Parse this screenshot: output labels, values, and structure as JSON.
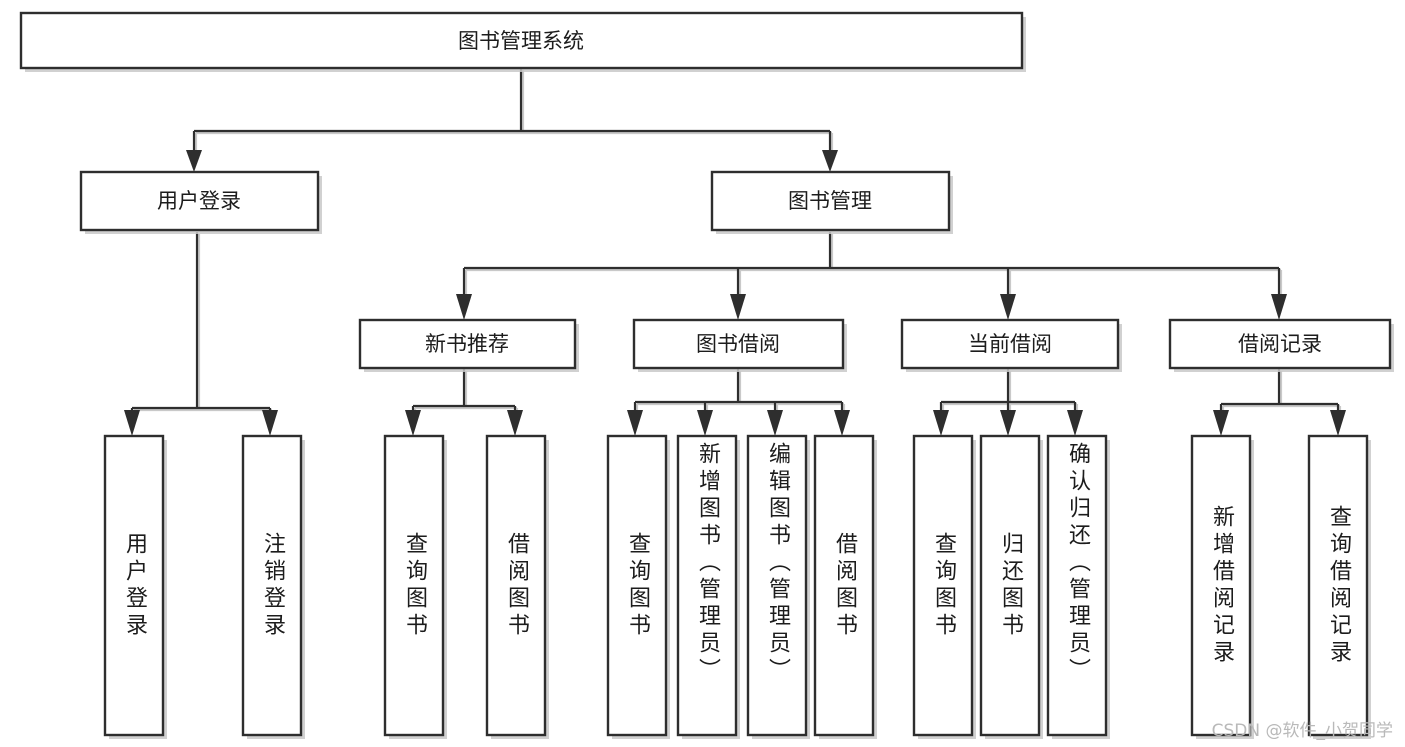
{
  "diagram": {
    "type": "hierarchy-tree",
    "title": "图书管理系统",
    "watermark": "CSDN @软件_小贺同学",
    "colors": {
      "stroke": "#2e2e2e",
      "fill": "#ffffff",
      "shadow": "#c9c9c9",
      "text": "#1c1c1c",
      "watermark": "#b9b9b9"
    },
    "levels": {
      "root": {
        "label": "图书管理系统"
      },
      "level2": [
        {
          "label": "用户登录"
        },
        {
          "label": "图书管理"
        }
      ],
      "level3": [
        {
          "label": "新书推荐"
        },
        {
          "label": "图书借阅"
        },
        {
          "label": "当前借阅"
        },
        {
          "label": "借阅记录"
        }
      ],
      "leaves": {
        "user_login": [
          {
            "label": "用户登录"
          },
          {
            "label": "注销登录"
          }
        ],
        "new_book": [
          {
            "label": "查询图书"
          },
          {
            "label": "借阅图书"
          }
        ],
        "book_borrow": [
          {
            "label": "查询图书"
          },
          {
            "label": "新增图书（管理员）"
          },
          {
            "label": "编辑图书（管理员）"
          },
          {
            "label": "借阅图书"
          }
        ],
        "current_borrow": [
          {
            "label": "查询图书"
          },
          {
            "label": "归还图书"
          },
          {
            "label": "确认归还（管理员）"
          }
        ],
        "borrow_record": [
          {
            "label": "新增借阅记录"
          },
          {
            "label": "查询借阅记录"
          }
        ]
      }
    }
  }
}
